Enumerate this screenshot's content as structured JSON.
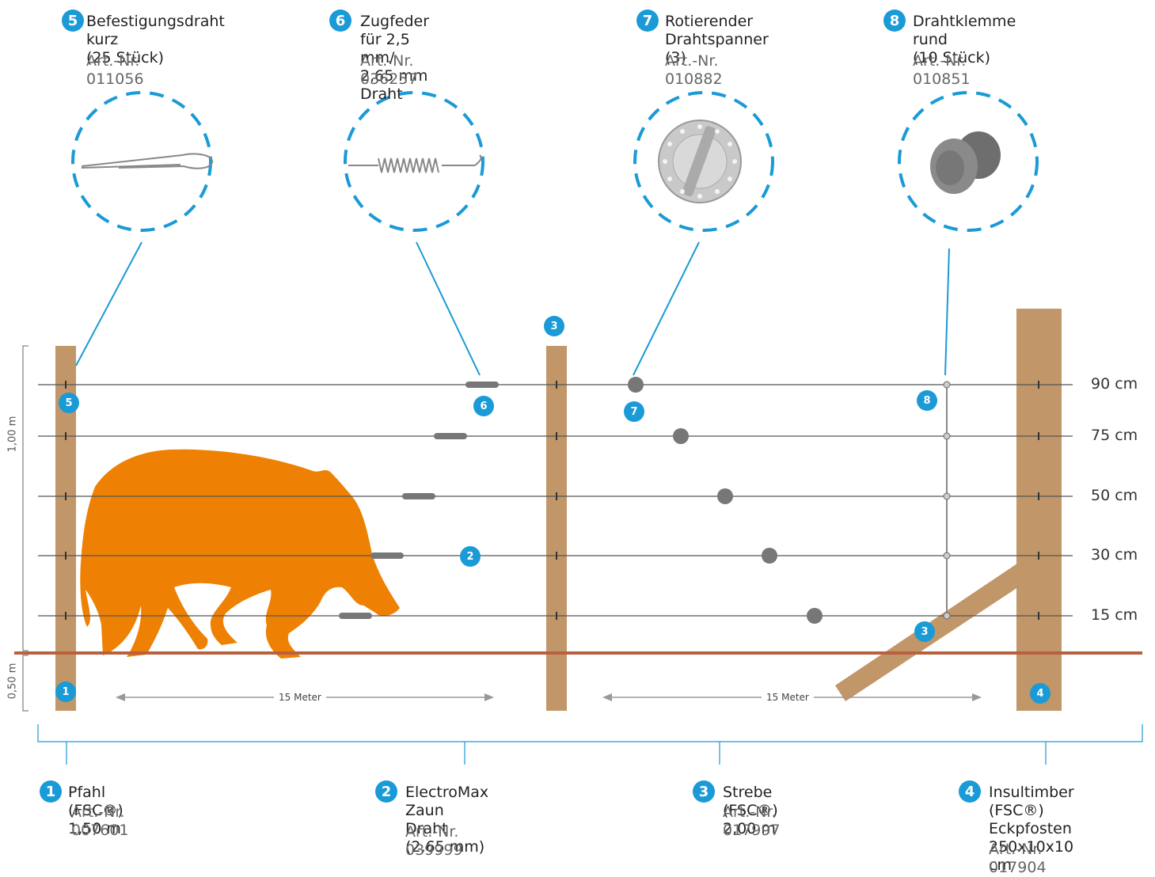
{
  "top_items": [
    {
      "number": "5",
      "title": "Befestigungsdraht kurz\n(25 Stück)",
      "art": "Art.-Nr. 011056",
      "icon": "binding-wire-icon"
    },
    {
      "number": "6",
      "title": "Zugfeder für 2,5 mm/\n2,65 mm Draht",
      "art": "Art.-Nr. 036257",
      "icon": "tension-spring-icon"
    },
    {
      "number": "7",
      "title": "Rotierender\nDrahtspanner (3)",
      "art": "Art.-Nr. 010882",
      "icon": "wire-tensioner-icon"
    },
    {
      "number": "8",
      "title": "Drahtklemme rund\n(10 Stück)",
      "art": "Art.-Nr. 010851",
      "icon": "wire-clamp-icon"
    }
  ],
  "bottom_items": [
    {
      "number": "1",
      "title": "Pfahl  (FSC®) 1,50 m",
      "art": "Art.-Nr. 007601"
    },
    {
      "number": "2",
      "title": "ElectroMax Zaun\nDraht (2,65 mm)",
      "art": "Art.-Nr. 039999"
    },
    {
      "number": "3",
      "title": "Strebe  (FSC®) 2,00 m",
      "art": "Art.-Nr. 017997"
    },
    {
      "number": "4",
      "title": "Insultimber (FSC®)\nEckpfosten\n250x10x10 cm",
      "art": "Art.-Nr. 017904"
    }
  ],
  "wire_heights": [
    "90 cm",
    "75 cm",
    "50 cm",
    "30 cm",
    "15 cm"
  ],
  "scale_labels": {
    "upper": "1,00 m",
    "lower": "0,50 m"
  },
  "distances": [
    "15 Meter",
    "15 Meter"
  ],
  "diagram_markers": [
    "5",
    "6",
    "3",
    "7",
    "8",
    "2",
    "3",
    "1",
    "4"
  ],
  "animal": "wild-boar-silhouette",
  "colors": {
    "accent": "#1a9ad6",
    "post": "#c19668",
    "ground": "#b8603f",
    "boar": "#ee8104",
    "wire": "#555555",
    "hardware": "#777777"
  }
}
